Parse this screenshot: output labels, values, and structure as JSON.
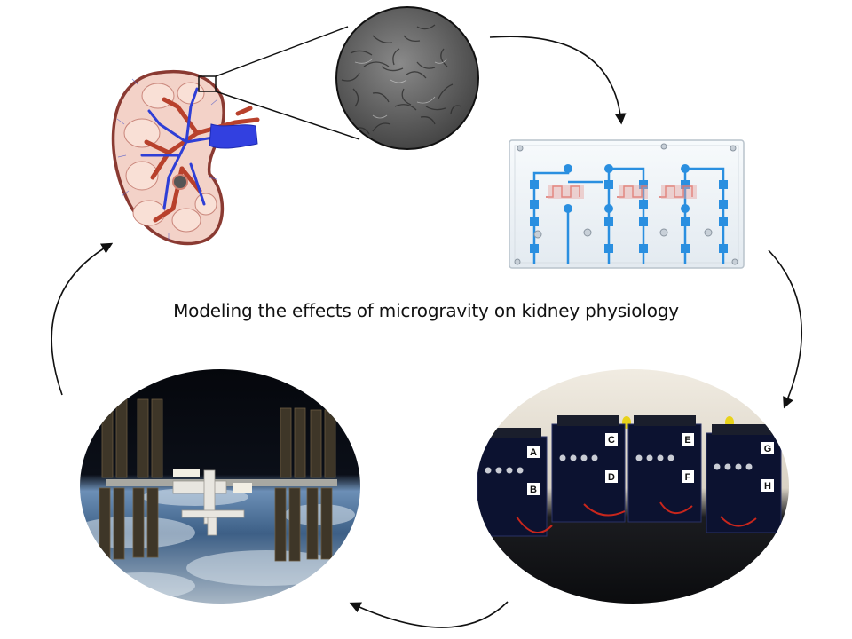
{
  "caption": "Modeling the effects of microgravity on kidney physiology",
  "module_labels": [
    "A",
    "B",
    "C",
    "D",
    "E",
    "F",
    "G",
    "H"
  ],
  "colors": {
    "kidney_fill": "#f3d2c8",
    "kidney_outline": "#8a3a32",
    "artery": "#b8412c",
    "vein": "#2f3fd6",
    "chip_channel": "#2a8fe0",
    "chip_cells": "#d9443a",
    "space": "#05070c",
    "earth": "#4f6f94",
    "lab_bg": "#ece7dc",
    "lab_table": "#15161a",
    "module_body": "#0c1230"
  },
  "icons": [
    "cycle-arrow-icon"
  ]
}
